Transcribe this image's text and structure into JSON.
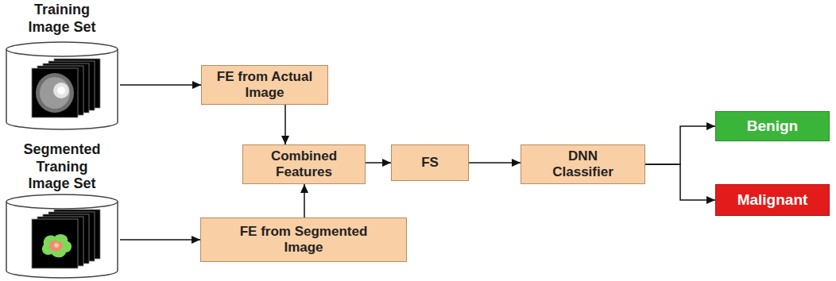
{
  "diagram": {
    "nodes": [
      {
        "text": [
          "Training Image Set"
        ]
      },
      {
        "text": [
          "FE from Actual Image"
        ]
      },
      {
        "text": [
          "Segmented Traning Image Set"
        ]
      },
      {
        "text": [
          "FE from Segmented Image"
        ]
      },
      {
        "text": [
          "Combined Features"
        ]
      },
      {
        "text": [
          "FS"
        ]
      },
      {
        "text": [
          "DNN Classifier"
        ]
      },
      {
        "text": [
          "Benign"
        ]
      },
      {
        "text": [
          "Malignant"
        ]
      }
    ],
    "edges": [
      {
        "from": 0,
        "to": 1,
        "arrow": "to"
      },
      {
        "from": 2,
        "to": 3,
        "arrow": "to"
      },
      {
        "from": 1,
        "to": 4,
        "arrow": "to"
      },
      {
        "from": 3,
        "to": 4,
        "arrow": "to"
      },
      {
        "from": 4,
        "to": 5,
        "arrow": "to"
      },
      {
        "from": 5,
        "to": 6,
        "arrow": "to"
      },
      {
        "from": 6,
        "to": 7,
        "arrow": "to"
      },
      {
        "from": 6,
        "to": 8,
        "arrow": "to"
      }
    ]
  }
}
